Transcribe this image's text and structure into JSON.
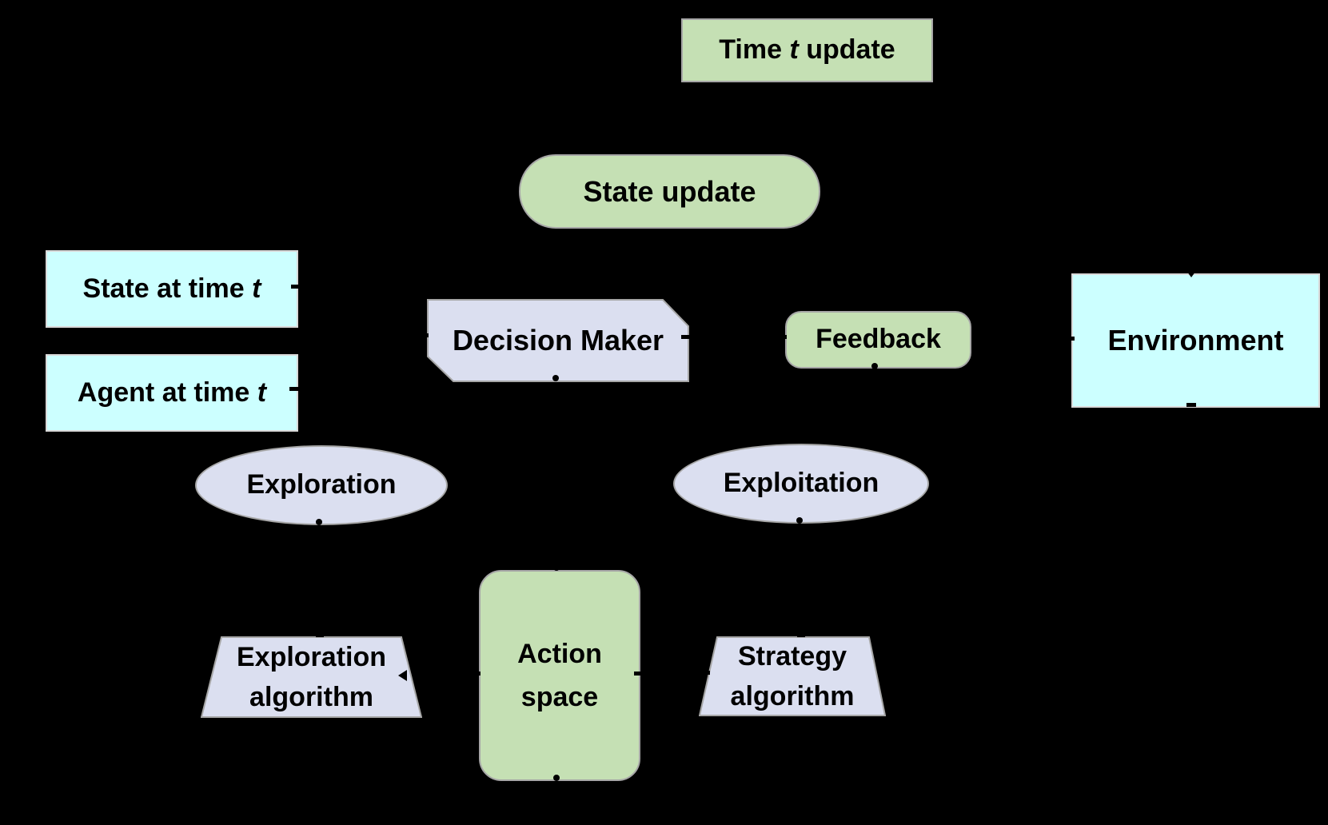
{
  "colors": {
    "background": "#000000",
    "green": "#c5e0b4",
    "cyan": "#ccffff",
    "lavender": "#dbdff0",
    "shape_border": "#a6a6a6",
    "cyan_border": "#d9d9d9",
    "text": "#000000"
  },
  "nodes": {
    "time_update": {
      "pre": "Time ",
      "t": "t",
      "post": " update"
    },
    "state_update": {
      "label": "State update"
    },
    "state_at_time_t": {
      "pre": "State at time ",
      "t": "t"
    },
    "agent_at_time_t": {
      "pre": "Agent at time ",
      "t": "t"
    },
    "decision_maker": {
      "label": "Decision Maker"
    },
    "feedback": {
      "label": "Feedback"
    },
    "environment": {
      "label": "Environment"
    },
    "exploration": {
      "label": "Exploration"
    },
    "exploitation": {
      "label": "Exploitation"
    },
    "action_space": {
      "line1": "Action",
      "line2": "space"
    },
    "exploration_algorithm": {
      "line1": "Exploration",
      "line2": "algorithm"
    },
    "strategy_algorithm": {
      "line1": "Strategy",
      "line2": "algorithm"
    }
  }
}
